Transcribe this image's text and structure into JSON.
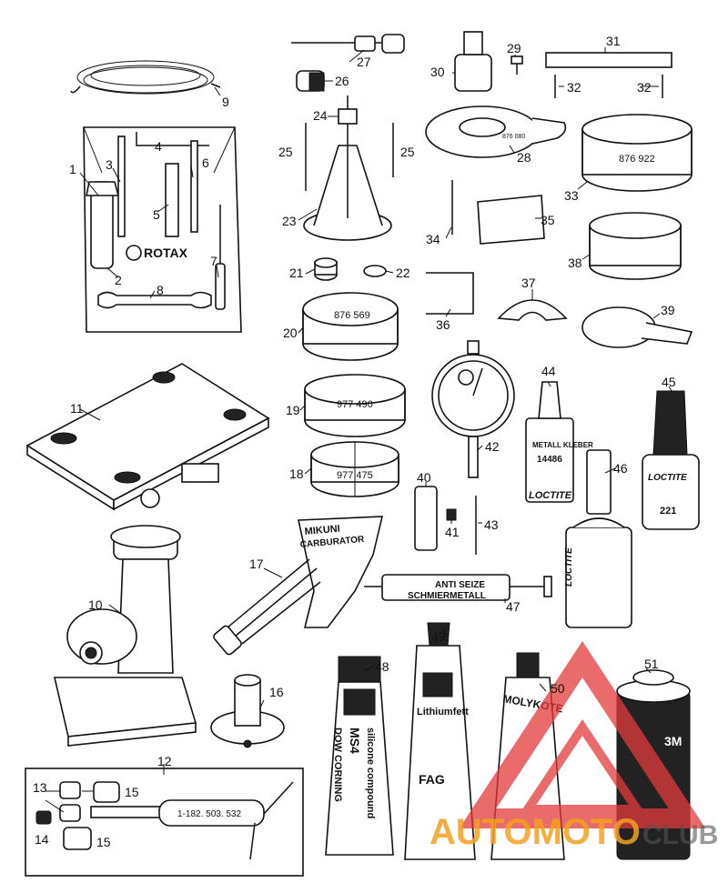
{
  "labels": {
    "n1": "1",
    "n2": "2",
    "n3": "3",
    "n4": "4",
    "n5": "5",
    "n6": "6",
    "n7": "7",
    "n8": "8",
    "n9": "9",
    "n10": "10",
    "n11": "11",
    "n12": "12",
    "n13": "13",
    "n14": "14",
    "n15a": "15",
    "n15b": "15",
    "n16": "16",
    "n17": "17",
    "n18": "18",
    "n19": "19",
    "n20": "20",
    "n21": "21",
    "n22": "22",
    "n23": "23",
    "n24": "24",
    "n25a": "25",
    "n25b": "25",
    "n26": "26",
    "n27": "27",
    "n28": "28",
    "n29": "29",
    "n30": "30",
    "n31": "31",
    "n32a": "32",
    "n32b": "32",
    "n33": "33",
    "n34": "34",
    "n35": "35",
    "n36": "36",
    "n37": "37",
    "n38": "38",
    "n39": "39",
    "n40": "40",
    "n41": "41",
    "n42": "42",
    "n43": "43",
    "n44": "44",
    "n45": "45",
    "n46": "46",
    "n47": "47",
    "n48": "48",
    "n49": "49",
    "n50": "50",
    "n51": "51"
  },
  "markings": {
    "rotax": "ROTAX",
    "ring33": "876 922",
    "ring20": "876 569",
    "ring19": "977 490",
    "ring18": "977 475",
    "puller28": "876 080",
    "mikuni": "MIKUNI",
    "carburator": "CARBURATOR",
    "metall_kleber": "METALL KLEBER",
    "code44": "14486",
    "loctite": "LOCTITE",
    "code45": "221",
    "anti_seize": "ANTI SEIZE",
    "schmiermetall": "SCHMIERMETALL",
    "dow_corning": "DOW CORNING",
    "ms4": "MS4",
    "silicone": "silicone compound",
    "lithiumfett": "Lithiumfett",
    "fag": "FAG",
    "molykote": "MOLYKOTE",
    "brand51": "3M",
    "code12": "1-182. 503. 532",
    "watermark": "AUTOMOTO",
    "watermark_tail": "CLUB"
  },
  "colors": {
    "ink": "#111111",
    "watermark_red": "#e23a3a",
    "watermark_orange": "#f3a020"
  }
}
